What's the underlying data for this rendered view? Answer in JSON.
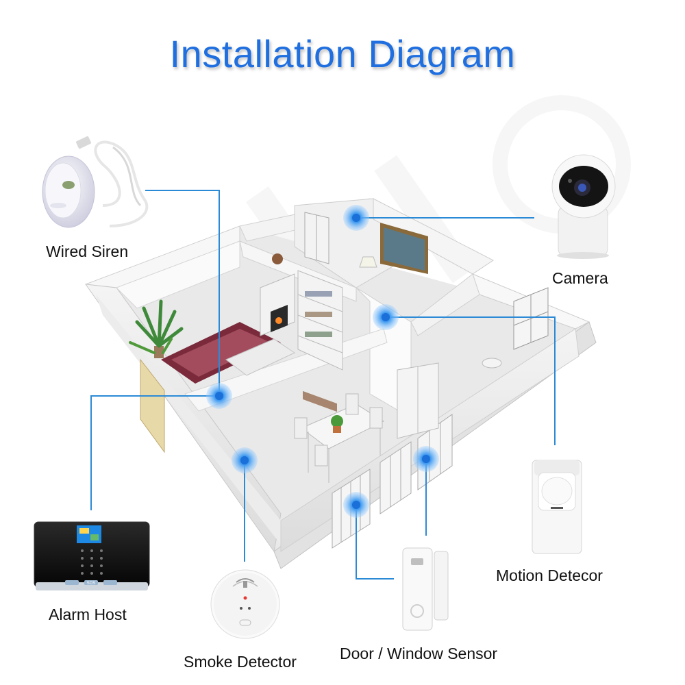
{
  "title": "Installation Diagram",
  "devices": {
    "wired_siren": "Wired Siren",
    "camera": "Camera",
    "alarm_host": "Alarm Host",
    "smoke_detector": "Smoke Detector",
    "door_window_sensor": "Door / Window Sensor",
    "motion_detector": "Motion Detecor"
  },
  "alarm_host_screen": {
    "sos_label": "SOS"
  },
  "colors": {
    "title": "#1f6fe0",
    "connector": "#2b8ad6",
    "marker": "#4aa6f0"
  }
}
